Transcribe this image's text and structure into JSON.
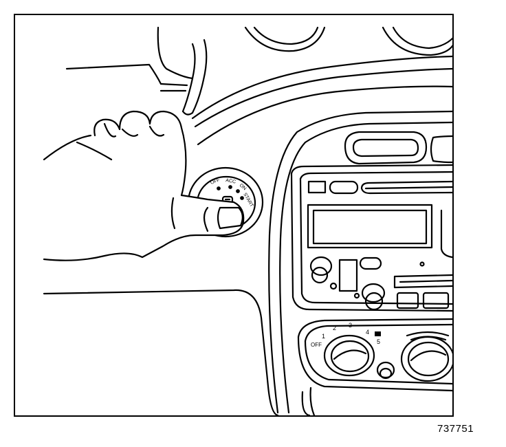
{
  "figure_number": "737751",
  "ignition_positions": {
    "off": "OFF",
    "acc": "ACC",
    "on": "ON",
    "start": "START"
  },
  "fan_speeds": [
    "1",
    "2",
    "3",
    "4",
    "5"
  ],
  "fan_off_label": "OFF"
}
